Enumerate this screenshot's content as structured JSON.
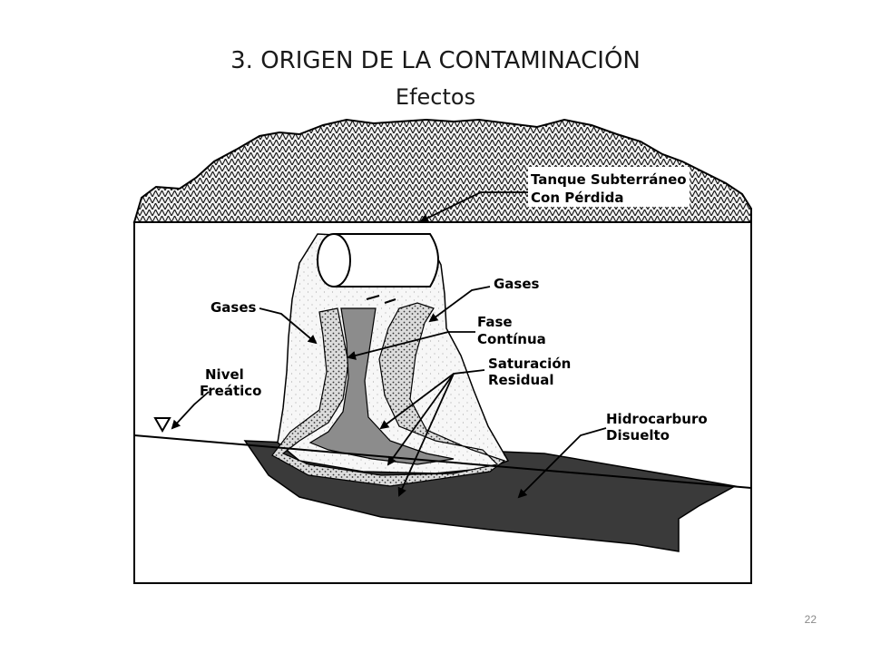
{
  "slide": {
    "title": "3. ORIGEN DE LA CONTAMINACIÓN",
    "subtitle": "Efectos",
    "page_number": "22"
  },
  "diagram": {
    "labels": {
      "tank_line1": "Tanque Subterráneo",
      "tank_line2": "Con Pérdida",
      "gases_left": "Gases",
      "gases_right": "Gases",
      "fase_line1": "Fase",
      "fase_line2": "Contínua",
      "saturacion_line1": "Saturación",
      "saturacion_line2": "Residual",
      "nivel_line1": "Nivel",
      "nivel_line2": "Freático",
      "hidro_line1": "Hidrocarburo",
      "hidro_line2": "Disuelto"
    }
  }
}
